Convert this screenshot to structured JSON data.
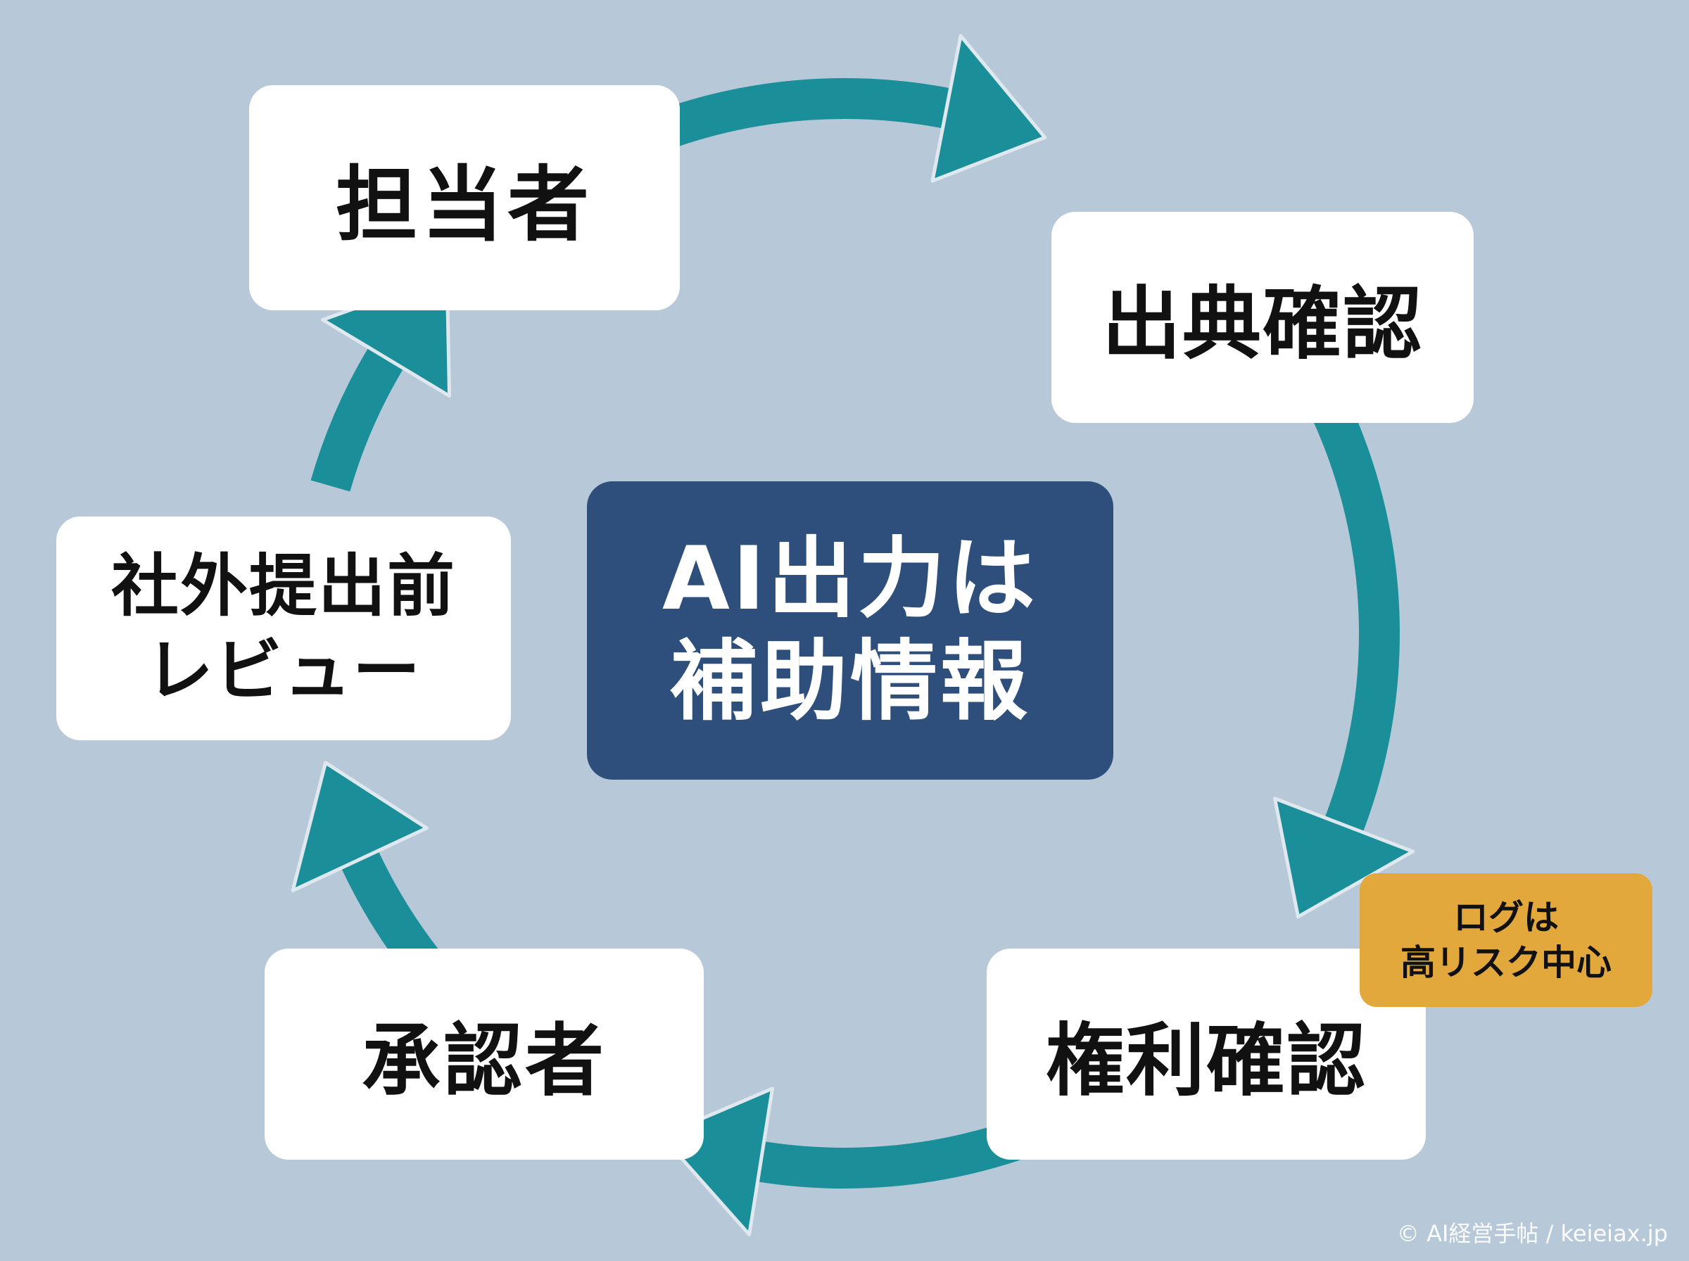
{
  "colors": {
    "background": "#b7c8d8",
    "arrow": "#1a8f99",
    "node": "#ffffff",
    "center": "#2e4f7c",
    "note": "#e3a83c"
  },
  "nodes": {
    "tantousha": "担当者",
    "shutten_kakunin": "出典確認",
    "kenri_kakunin": "権利確認",
    "shouninsha": "承認者",
    "review": {
      "line1": "社外提出前",
      "line2": "レビュー"
    }
  },
  "center": {
    "line1": "AI出力は",
    "line2": "補助情報"
  },
  "note": {
    "line1": "ログは",
    "line2": "高リスク中心"
  },
  "footer": {
    "copyright": "© AI経営手帖 / keieiax.jp"
  }
}
